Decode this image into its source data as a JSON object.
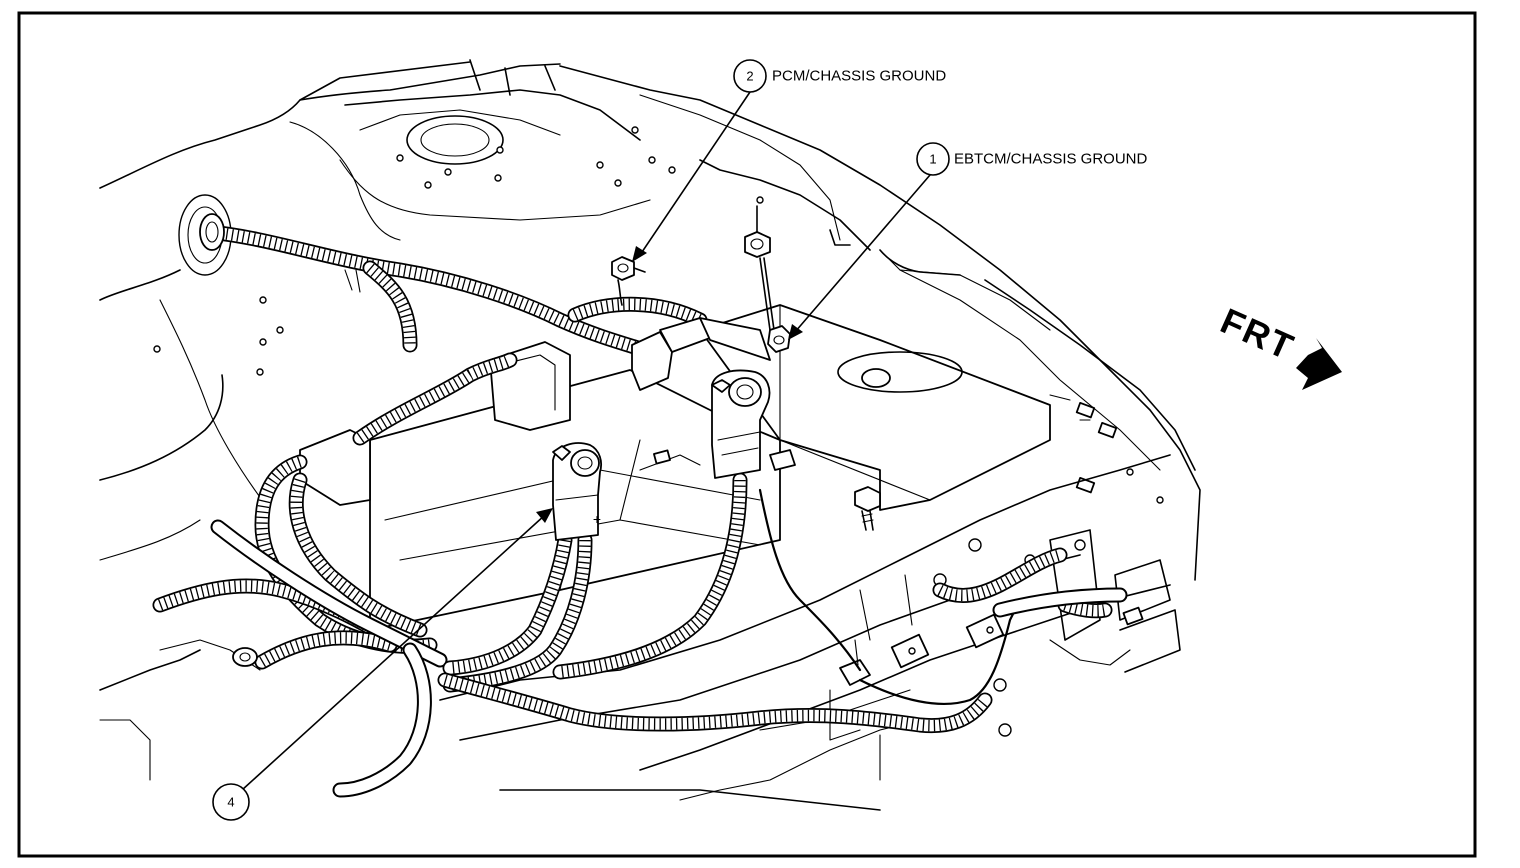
{
  "callouts": [
    {
      "number": "1",
      "label": "EBTCM/CHASSIS GROUND"
    },
    {
      "number": "2",
      "label": "PCM/CHASSIS GROUND"
    },
    {
      "number": "4",
      "label": ""
    }
  ],
  "direction_label": "FRT",
  "terminal_mark": "+"
}
